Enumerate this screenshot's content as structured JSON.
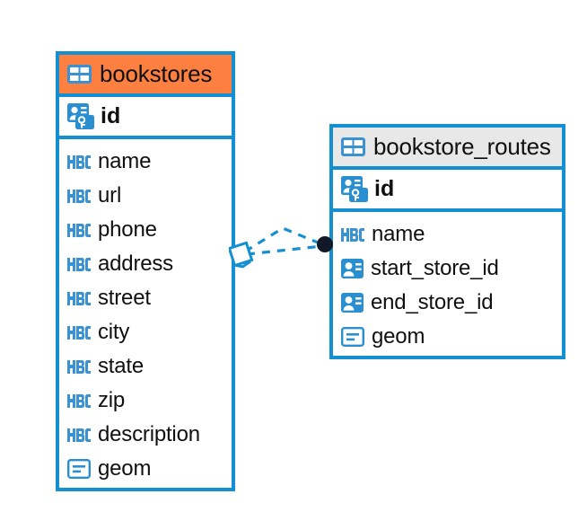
{
  "diagram": {
    "type": "entity-relationship-diagram",
    "colors": {
      "entity_border": "#1490d2",
      "header_accent": "#fd8040",
      "header_muted": "#e8e8e8",
      "icon_blue": "#3a92d2",
      "icon_solid_blue": "#2a8fd0",
      "connector_line": "#1490d2",
      "connector_endpoint_fill": "#111827",
      "text": "#101010",
      "background": "#ffffff"
    },
    "entities": [
      {
        "name": "bookstores",
        "header_style": "accent",
        "table_icon": "table-grid-icon",
        "primary_key": {
          "label": "id",
          "icon": "primary-key-card-icon"
        },
        "fields": [
          {
            "label": "name",
            "icon": "abc-text-icon"
          },
          {
            "label": "url",
            "icon": "abc-text-icon"
          },
          {
            "label": "phone",
            "icon": "abc-text-icon"
          },
          {
            "label": "address",
            "icon": "abc-text-icon"
          },
          {
            "label": "street",
            "icon": "abc-text-icon"
          },
          {
            "label": "city",
            "icon": "abc-text-icon"
          },
          {
            "label": "state",
            "icon": "abc-text-icon"
          },
          {
            "label": "zip",
            "icon": "abc-text-icon"
          },
          {
            "label": "description",
            "icon": "abc-text-icon"
          },
          {
            "label": "geom",
            "icon": "geometry-box-icon"
          }
        ]
      },
      {
        "name": "bookstore_routes",
        "header_style": "muted",
        "table_icon": "table-grid-icon",
        "primary_key": {
          "label": "id",
          "icon": "primary-key-card-icon"
        },
        "fields": [
          {
            "label": "name",
            "icon": "abc-text-icon"
          },
          {
            "label": "start_store_id",
            "icon": "foreign-key-card-icon"
          },
          {
            "label": "end_store_id",
            "icon": "foreign-key-card-icon"
          },
          {
            "label": "geom",
            "icon": "geometry-box-icon"
          }
        ]
      }
    ],
    "relationship": {
      "source_entity": "bookstores",
      "target_entity": "bookstore_routes",
      "source_endpoint": "diamond-outline-marker",
      "target_endpoint": "filled-circle-marker",
      "line_style": "dashed",
      "line_count": 2
    }
  }
}
